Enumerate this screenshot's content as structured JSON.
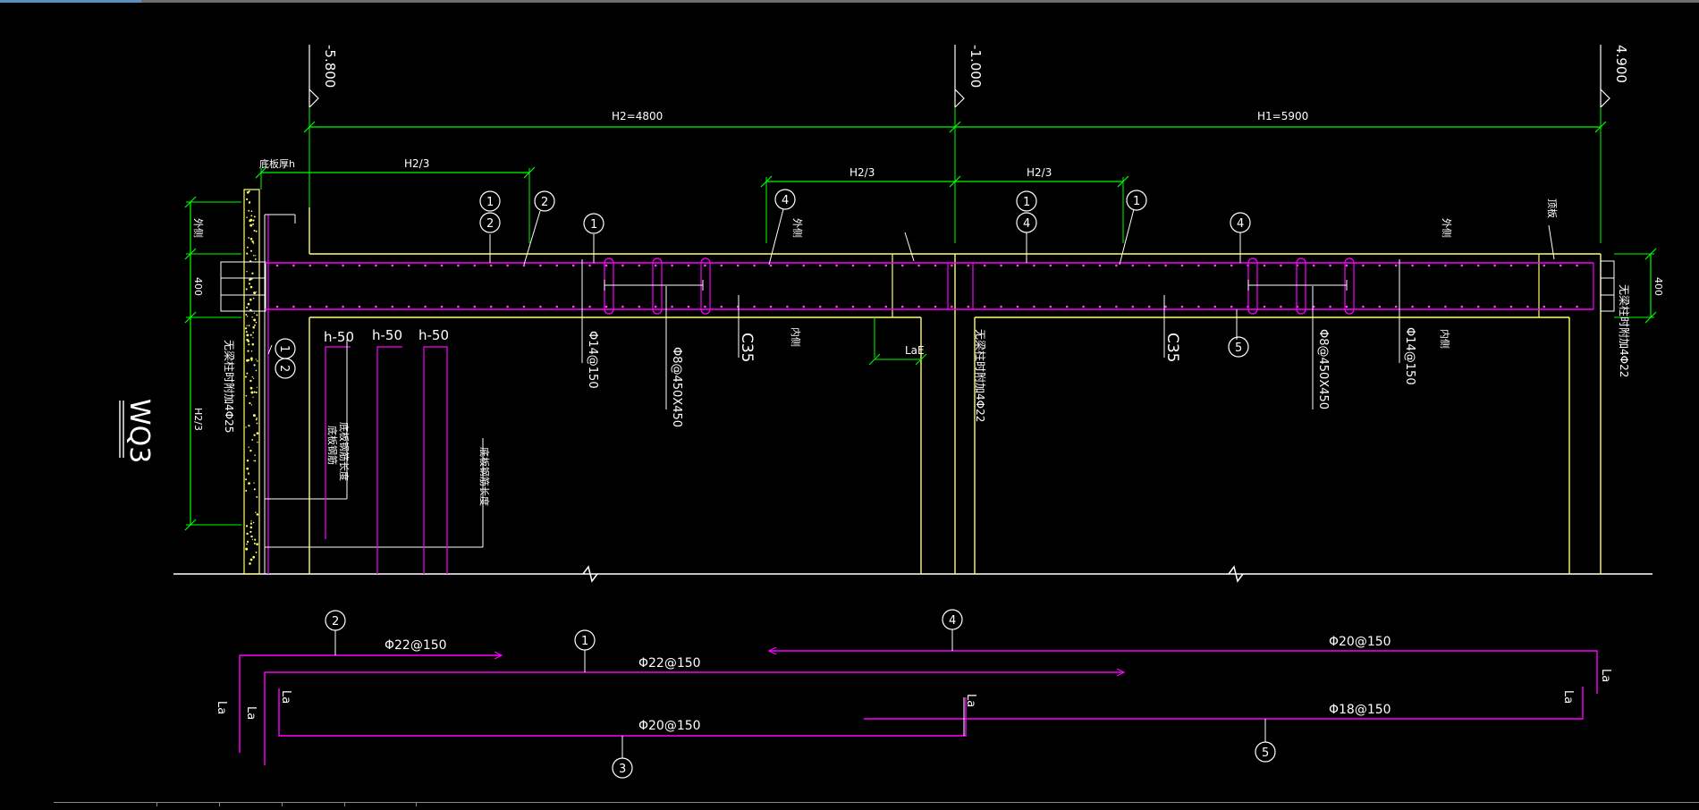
{
  "drawing": {
    "title": "WQ3",
    "elevations": {
      "left": "-5.800",
      "middle": "-1.000",
      "right": "4.900"
    },
    "dimensions": {
      "h2_total": "H2=4800",
      "h1_total": "H1=5900",
      "h2_third_left": "H2/3",
      "h2_third_mid": "H2/3",
      "h2_third_right": "H2/3",
      "h2_third_vertical": "H2/3",
      "thickness_left": "400",
      "thickness_right": "400",
      "lae": "LaE",
      "h50_a": "h-50",
      "h50_b": "h-50",
      "h50_c": "h-50"
    },
    "labels": {
      "bottom_slab_h": "底板厚h",
      "outer_side_left": "外侧",
      "outer_side_mid": "外侧",
      "outer_side_right": "外侧",
      "inner_side_left": "内侧",
      "inner_side_right": "内侧",
      "top_slab": "顶板",
      "concrete_left": "C35",
      "concrete_right": "C35",
      "stirrup_left": "Φ14@150",
      "stirrup_right": "Φ14@150",
      "tie_left": "Φ8@450X450",
      "tie_right": "Φ8@450X450",
      "edge_left": "无梁柱时附加4Φ25",
      "edge_mid": "无梁柱时附加4Φ22",
      "edge_right": "无梁柱时附加4Φ22",
      "anchor_note_a": "底板钢筋",
      "anchor_note_b": "底板钢筋长度",
      "anchor_note_c": "底板钢筋长度"
    },
    "markers": {
      "m12_top": "1 2",
      "m2_top": "2",
      "m1_top": "1",
      "m4_top_left": "4",
      "m14_top": "1 4",
      "m1_top_right": "1",
      "m4_top_right": "4",
      "m5_mid": "5",
      "m12_side": "1 2"
    },
    "bars": {
      "bar2": {
        "marker": "2",
        "label": "Φ22@150"
      },
      "bar1": {
        "marker": "1",
        "label": "Φ22@150"
      },
      "bar4": {
        "marker": "4",
        "label": "Φ20@150"
      },
      "bar3": {
        "marker": "3",
        "label": "Φ20@150"
      },
      "bar5": {
        "marker": "5",
        "label": "Φ18@150"
      },
      "la_labels": [
        "La",
        "La",
        "La",
        "La",
        "La",
        "La"
      ]
    },
    "colors": {
      "background": "#000000",
      "dimension": "#00ff00",
      "wall": "#ffff66",
      "rebar": "#ff00ff",
      "text": "#ffffff"
    }
  }
}
